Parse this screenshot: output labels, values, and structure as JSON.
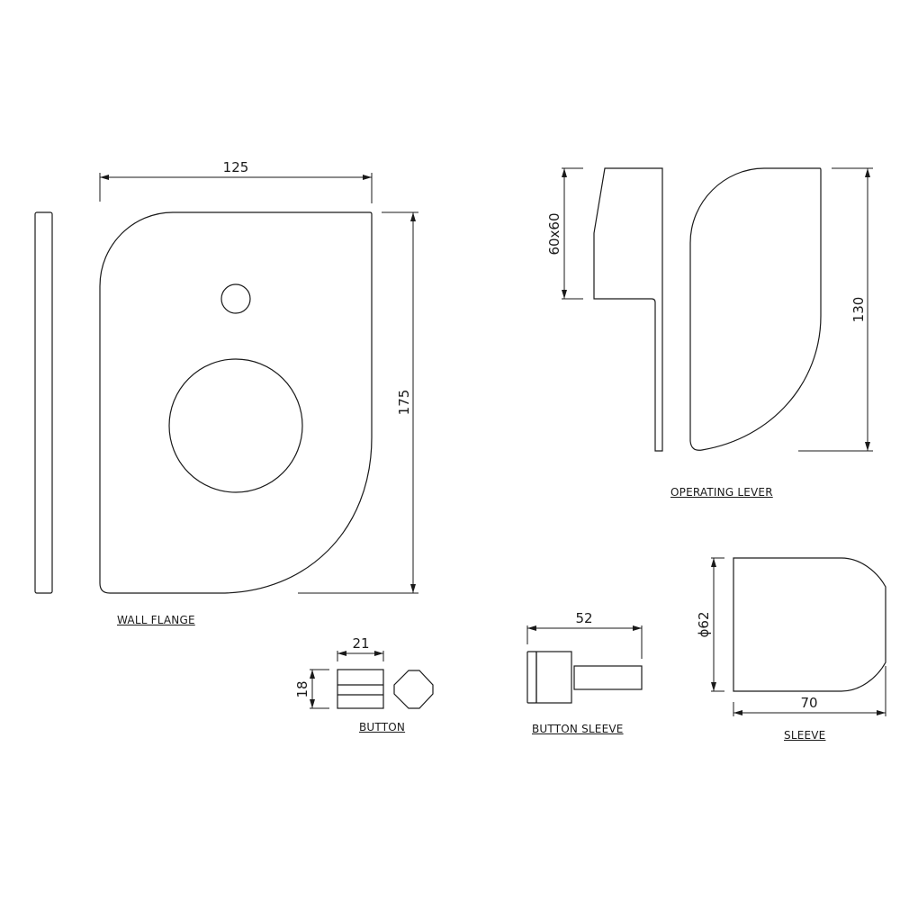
{
  "drawing": {
    "stroke_color": "#1a1a1a",
    "background": "#ffffff"
  },
  "parts": {
    "wall_flange": {
      "label": "WALL FLANGE",
      "width_dim": "125",
      "height_dim": "175"
    },
    "operating_lever": {
      "label": "OPERATING LEVER",
      "section_dim": "60x60",
      "height_dim": "130"
    },
    "button": {
      "label": "BUTTON",
      "width_dim": "21",
      "height_dim": "18"
    },
    "button_sleeve": {
      "label": "BUTTON SLEEVE",
      "length_dim": "52"
    },
    "sleeve": {
      "label": "SLEEVE",
      "diameter_dim": "ϕ62",
      "length_dim": "70"
    }
  }
}
